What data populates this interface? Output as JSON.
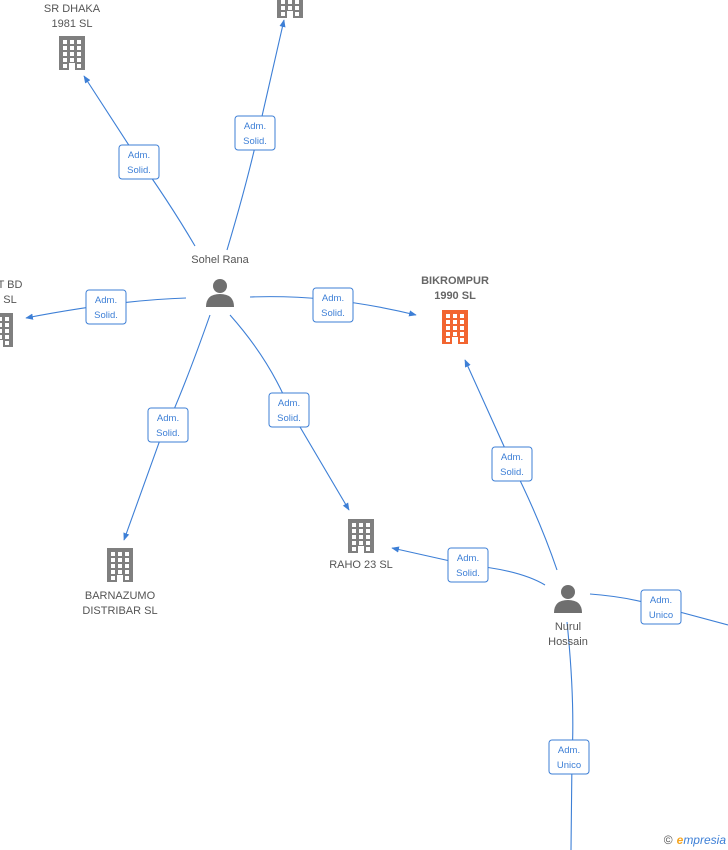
{
  "colors": {
    "edge": "#3d7fd6",
    "company": "#7f7f7f",
    "highlight": "#f26531",
    "person": "#6f6f6f"
  },
  "nodes": [
    {
      "id": "srdhaka",
      "type": "company",
      "icon": "building-icon",
      "lines": [
        "SR DHAKA",
        "1981  SL"
      ]
    },
    {
      "id": "topco",
      "type": "company",
      "icon": "building-icon",
      "lines": []
    },
    {
      "id": "leftco",
      "type": "company",
      "icon": "building-icon",
      "lines": [
        "T BD",
        "SL"
      ]
    },
    {
      "id": "bikrompur",
      "type": "company",
      "highlight": true,
      "icon": "building-icon",
      "lines": [
        "BIKROMPUR",
        "1990  SL"
      ]
    },
    {
      "id": "raho",
      "type": "company",
      "icon": "building-icon",
      "lines": [
        "RAHO 23  SL"
      ]
    },
    {
      "id": "barnazumo",
      "type": "company",
      "icon": "building-icon",
      "lines": [
        "BARNAZUMO",
        "DISTRIBAR  SL"
      ]
    },
    {
      "id": "sohel",
      "type": "person",
      "icon": "person-icon",
      "lines": [
        "Sohel Rana"
      ]
    },
    {
      "id": "nurul",
      "type": "person",
      "icon": "person-icon",
      "lines": [
        "Nurul",
        "Hossain"
      ]
    }
  ],
  "edges": [
    {
      "from": "sohel",
      "to": "srdhaka",
      "label": [
        "Adm.",
        "Solid."
      ]
    },
    {
      "from": "sohel",
      "to": "topco",
      "label": [
        "Adm.",
        "Solid."
      ]
    },
    {
      "from": "sohel",
      "to": "leftco",
      "label": [
        "Adm.",
        "Solid."
      ]
    },
    {
      "from": "sohel",
      "to": "bikrompur",
      "label": [
        "Adm.",
        "Solid."
      ]
    },
    {
      "from": "sohel",
      "to": "raho",
      "label": [
        "Adm.",
        "Solid."
      ]
    },
    {
      "from": "sohel",
      "to": "barnazumo",
      "label": [
        "Adm.",
        "Solid."
      ]
    },
    {
      "from": "nurul",
      "to": "bikrompur",
      "label": [
        "Adm.",
        "Solid."
      ]
    },
    {
      "from": "nurul",
      "to": "raho",
      "label": [
        "Adm.",
        "Solid."
      ]
    },
    {
      "from": "nurul",
      "to": "offscreen-right",
      "label": [
        "Adm.",
        "Unico"
      ]
    },
    {
      "from": "nurul",
      "to": "offscreen-bottom",
      "label": [
        "Adm.",
        "Unico"
      ]
    }
  ],
  "watermark": {
    "symbol": "©",
    "initial": "e",
    "rest": "mpresia"
  }
}
